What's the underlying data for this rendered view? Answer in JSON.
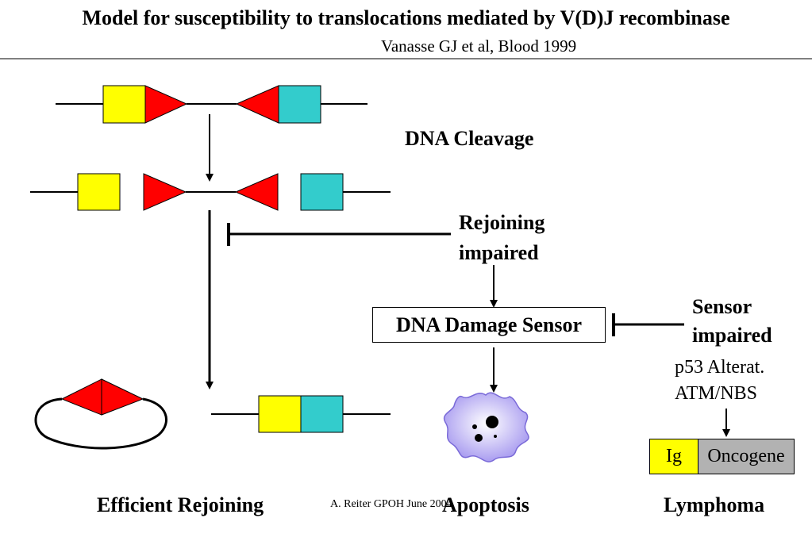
{
  "title": "Model for susceptibility to translocations mediated by V(D)J recombinase",
  "subtitle": "Vanasse GJ et al, Blood 1999",
  "labels": {
    "dna_cleavage": "DNA Cleavage",
    "rejoining_impaired_line1": "Rejoining",
    "rejoining_impaired_line2": "impaired",
    "dna_damage_sensor": "DNA Damage Sensor",
    "sensor_impaired_line1": "Sensor",
    "sensor_impaired_line2": "impaired",
    "p53": "p53 Alterat.",
    "atm_nbs": "ATM/NBS",
    "ig": "Ig",
    "oncogene": "Oncogene",
    "efficient_rejoining": "Efficient Rejoining",
    "apoptosis": "Apoptosis",
    "lymphoma": "Lymphoma"
  },
  "footer": "A. Reiter GPOH June 2004",
  "colors": {
    "yellow_segment": "#ffff00",
    "cyan_segment": "#33cccc",
    "red_signal": "#ff0000",
    "apoptotic_cell": "#a99cf0",
    "oncogene_fill": "#b2b2b2"
  }
}
